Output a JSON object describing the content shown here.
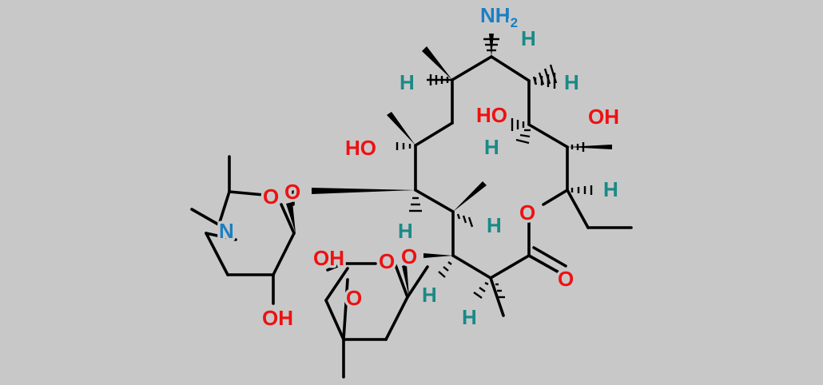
{
  "molecule": {
    "colors": {
      "background": "#c9c8c9",
      "bond": "#000000",
      "oxygen": "#ee1111",
      "nitrogen": "#1a7fc4",
      "hydrogen": "#1a8a86"
    },
    "labels": {
      "nh2_n": "NH",
      "nh2_sub": "2",
      "h_amine": "H",
      "h_c1": "H",
      "h_c2": "H",
      "ho_ring": "HO",
      "h_ring_oh": "H",
      "oh_right": "OH",
      "ho_left": "HO",
      "h_ester": "H",
      "o_ring": "O",
      "h_center": "H",
      "h_methyl": "H",
      "o_glyco": "O",
      "n_sugar": "N",
      "o_sugar": "O",
      "oh_sugar": "OH",
      "oh_cladinose": "OH",
      "o_cladinose_ring": "O",
      "o_cladinose_link": "O",
      "o_cladinose_inner": "O",
      "h_lower1": "H",
      "h_lower2": "H",
      "o_carbonyl": "O"
    }
  }
}
